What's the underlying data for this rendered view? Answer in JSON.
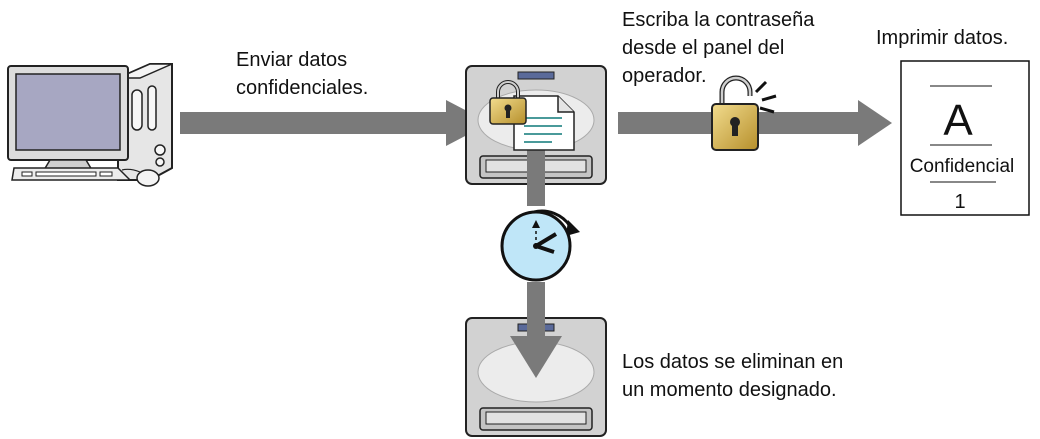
{
  "labels": {
    "send": "Enviar datos\nconfidenciales.",
    "password": "Escriba la contraseña\ndesde el panel del\noperador.",
    "print": "Imprimir datos.",
    "deleted": "Los datos se eliminan en\nun momento designado."
  },
  "document": {
    "letter": "A",
    "caption": "Confidencial",
    "number": "1"
  },
  "icons": {
    "computer": "computer-icon",
    "printer": "printer-icon",
    "lock": "lock-icon",
    "unlock": "unlock-icon",
    "clock": "clock-icon",
    "document": "document-icon"
  },
  "colors": {
    "arrow": "#7a7a7a",
    "printer_body": "#d2d2d2",
    "clock_fill": "#bfe6f8",
    "lock_gold": "#d9b85a",
    "screen": "#a7a7c2"
  }
}
